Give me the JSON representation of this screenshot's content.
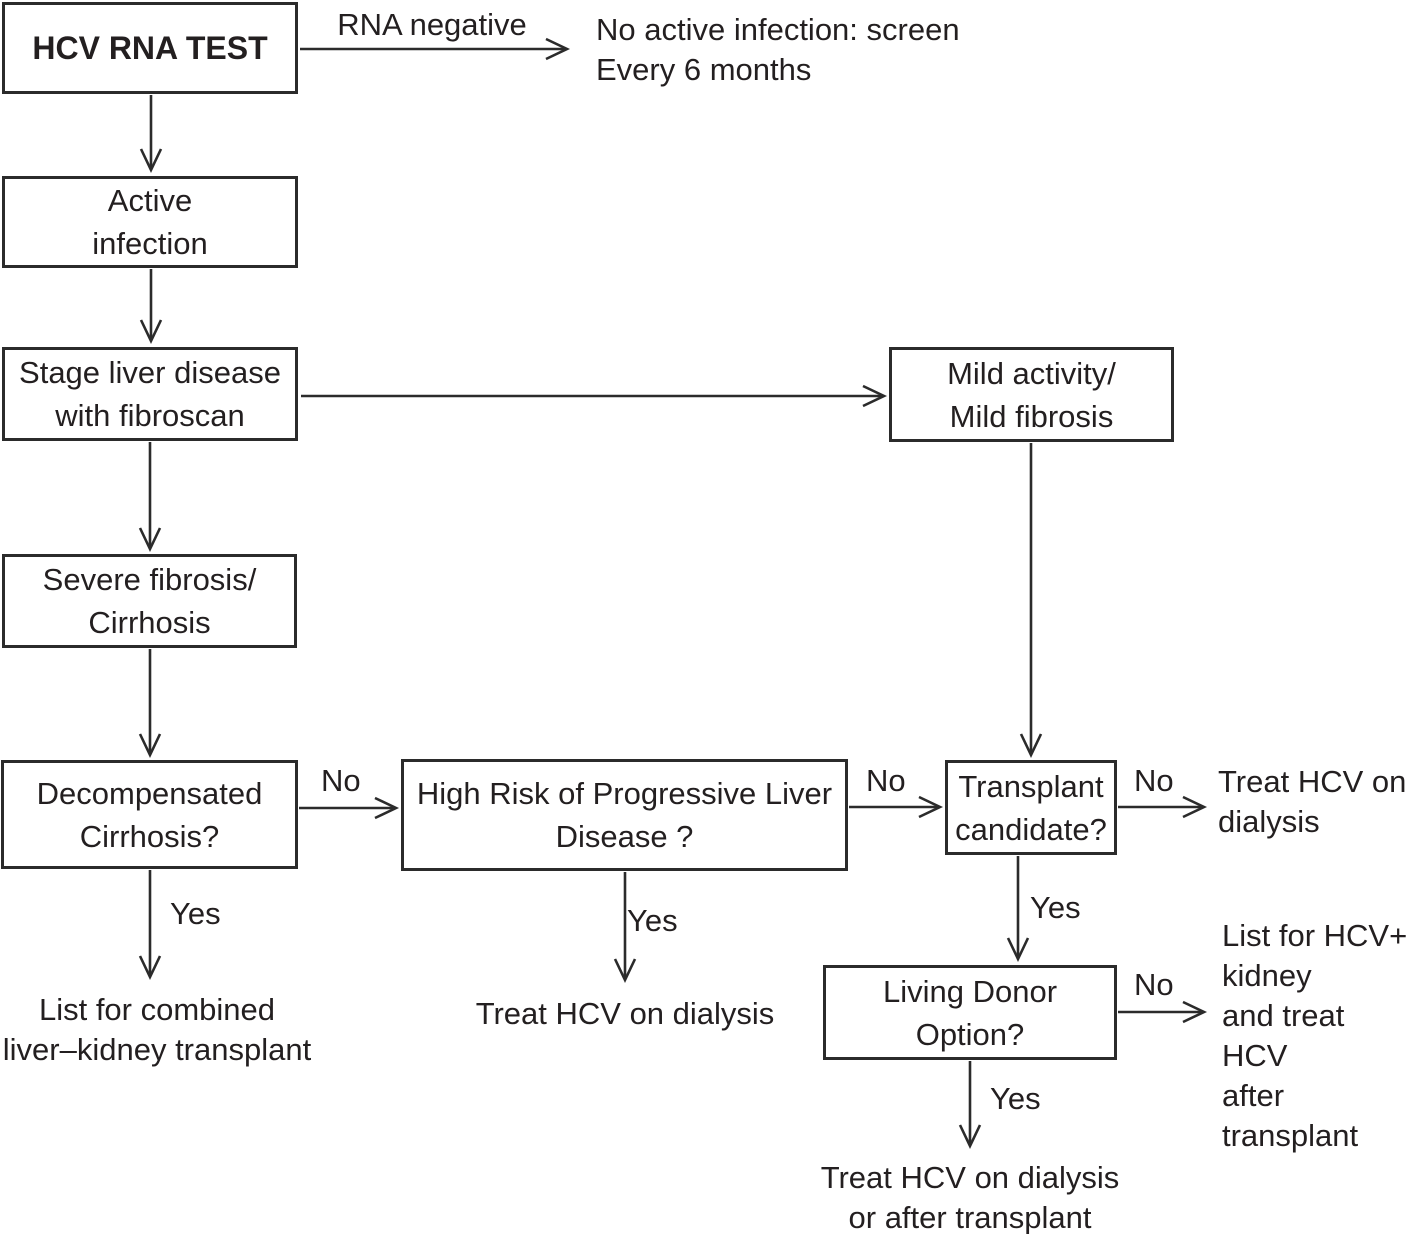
{
  "diagram_title": "HCV RNA TEST decision flowchart",
  "boxes": {
    "hcv_rna_test": "HCV RNA TEST",
    "active_infection": "Active\ninfection",
    "stage_liver_disease": "Stage liver disease\nwith fibroscan",
    "mild_activity": "Mild activity/\nMild fibrosis",
    "severe_fibrosis": "Severe fibrosis/\nCirrhosis",
    "decompensated_cirrhosis": "Decompensated\nCirrhosis?",
    "high_risk": "High Risk of Progressive Liver\nDisease ?",
    "transplant_candidate": "Transplant\ncandidate?",
    "living_donor": "Living Donor\nOption?"
  },
  "edge_labels": {
    "rna_negative": "RNA negative",
    "yes": "Yes",
    "no": "No"
  },
  "outcomes": {
    "no_active_infection": "No active infection: screen\nEvery 6 months",
    "treat_hcv_on_dialysis_right": "Treat HCV on\ndialysis",
    "list_combined_transplant": "List for combined\nliver–kidney transplant",
    "treat_hcv_on_dialysis_mid": "Treat HCV on dialysis",
    "list_hcv_pos_kidney": "List for HCV+\nkidney\nand treat HCV\nafter\ntransplant",
    "treat_hcv_dialysis_or_after": "Treat HCV on dialysis\nor after transplant"
  },
  "colors": {
    "line": "#2b2b2b",
    "text": "#231f20",
    "background": "#ffffff"
  }
}
